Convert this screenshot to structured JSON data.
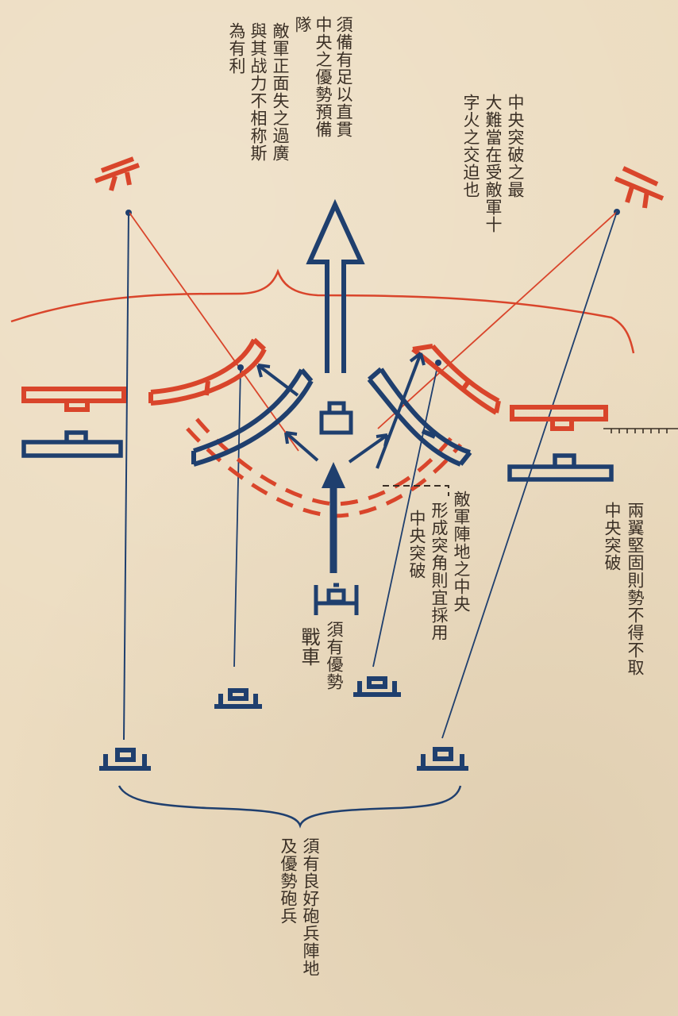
{
  "annotations": {
    "top_center": [
      "須備有足以直貫",
      "中央之優勢預備",
      "隊",
      "敵軍正面失之過廣",
      "與其战力不相称斯",
      "為有利"
    ],
    "top_right": [
      "中央突破之最",
      "大難當在受敵軍十",
      "字火之交迫也"
    ],
    "middle_center": [
      "敵軍陣地之中央",
      "形成突角則宜採用",
      "中央突破"
    ],
    "right_side": [
      "兩翼堅固則勢不得不取",
      "中央突破"
    ],
    "chariot_note": [
      "須有優勢",
      "戰車"
    ],
    "bottom": [
      "須有良好砲兵陣地",
      "及優勢砲兵"
    ]
  },
  "colors": {
    "enemy": "#d9452b",
    "friendly": "#1f3f6e",
    "paper": "#ecdcc0",
    "ink": "#3a2f25"
  },
  "icons": [
    "artillery-emplacement-icon",
    "artillery-battery-icon",
    "chariot-icon",
    "command-post-icon"
  ]
}
